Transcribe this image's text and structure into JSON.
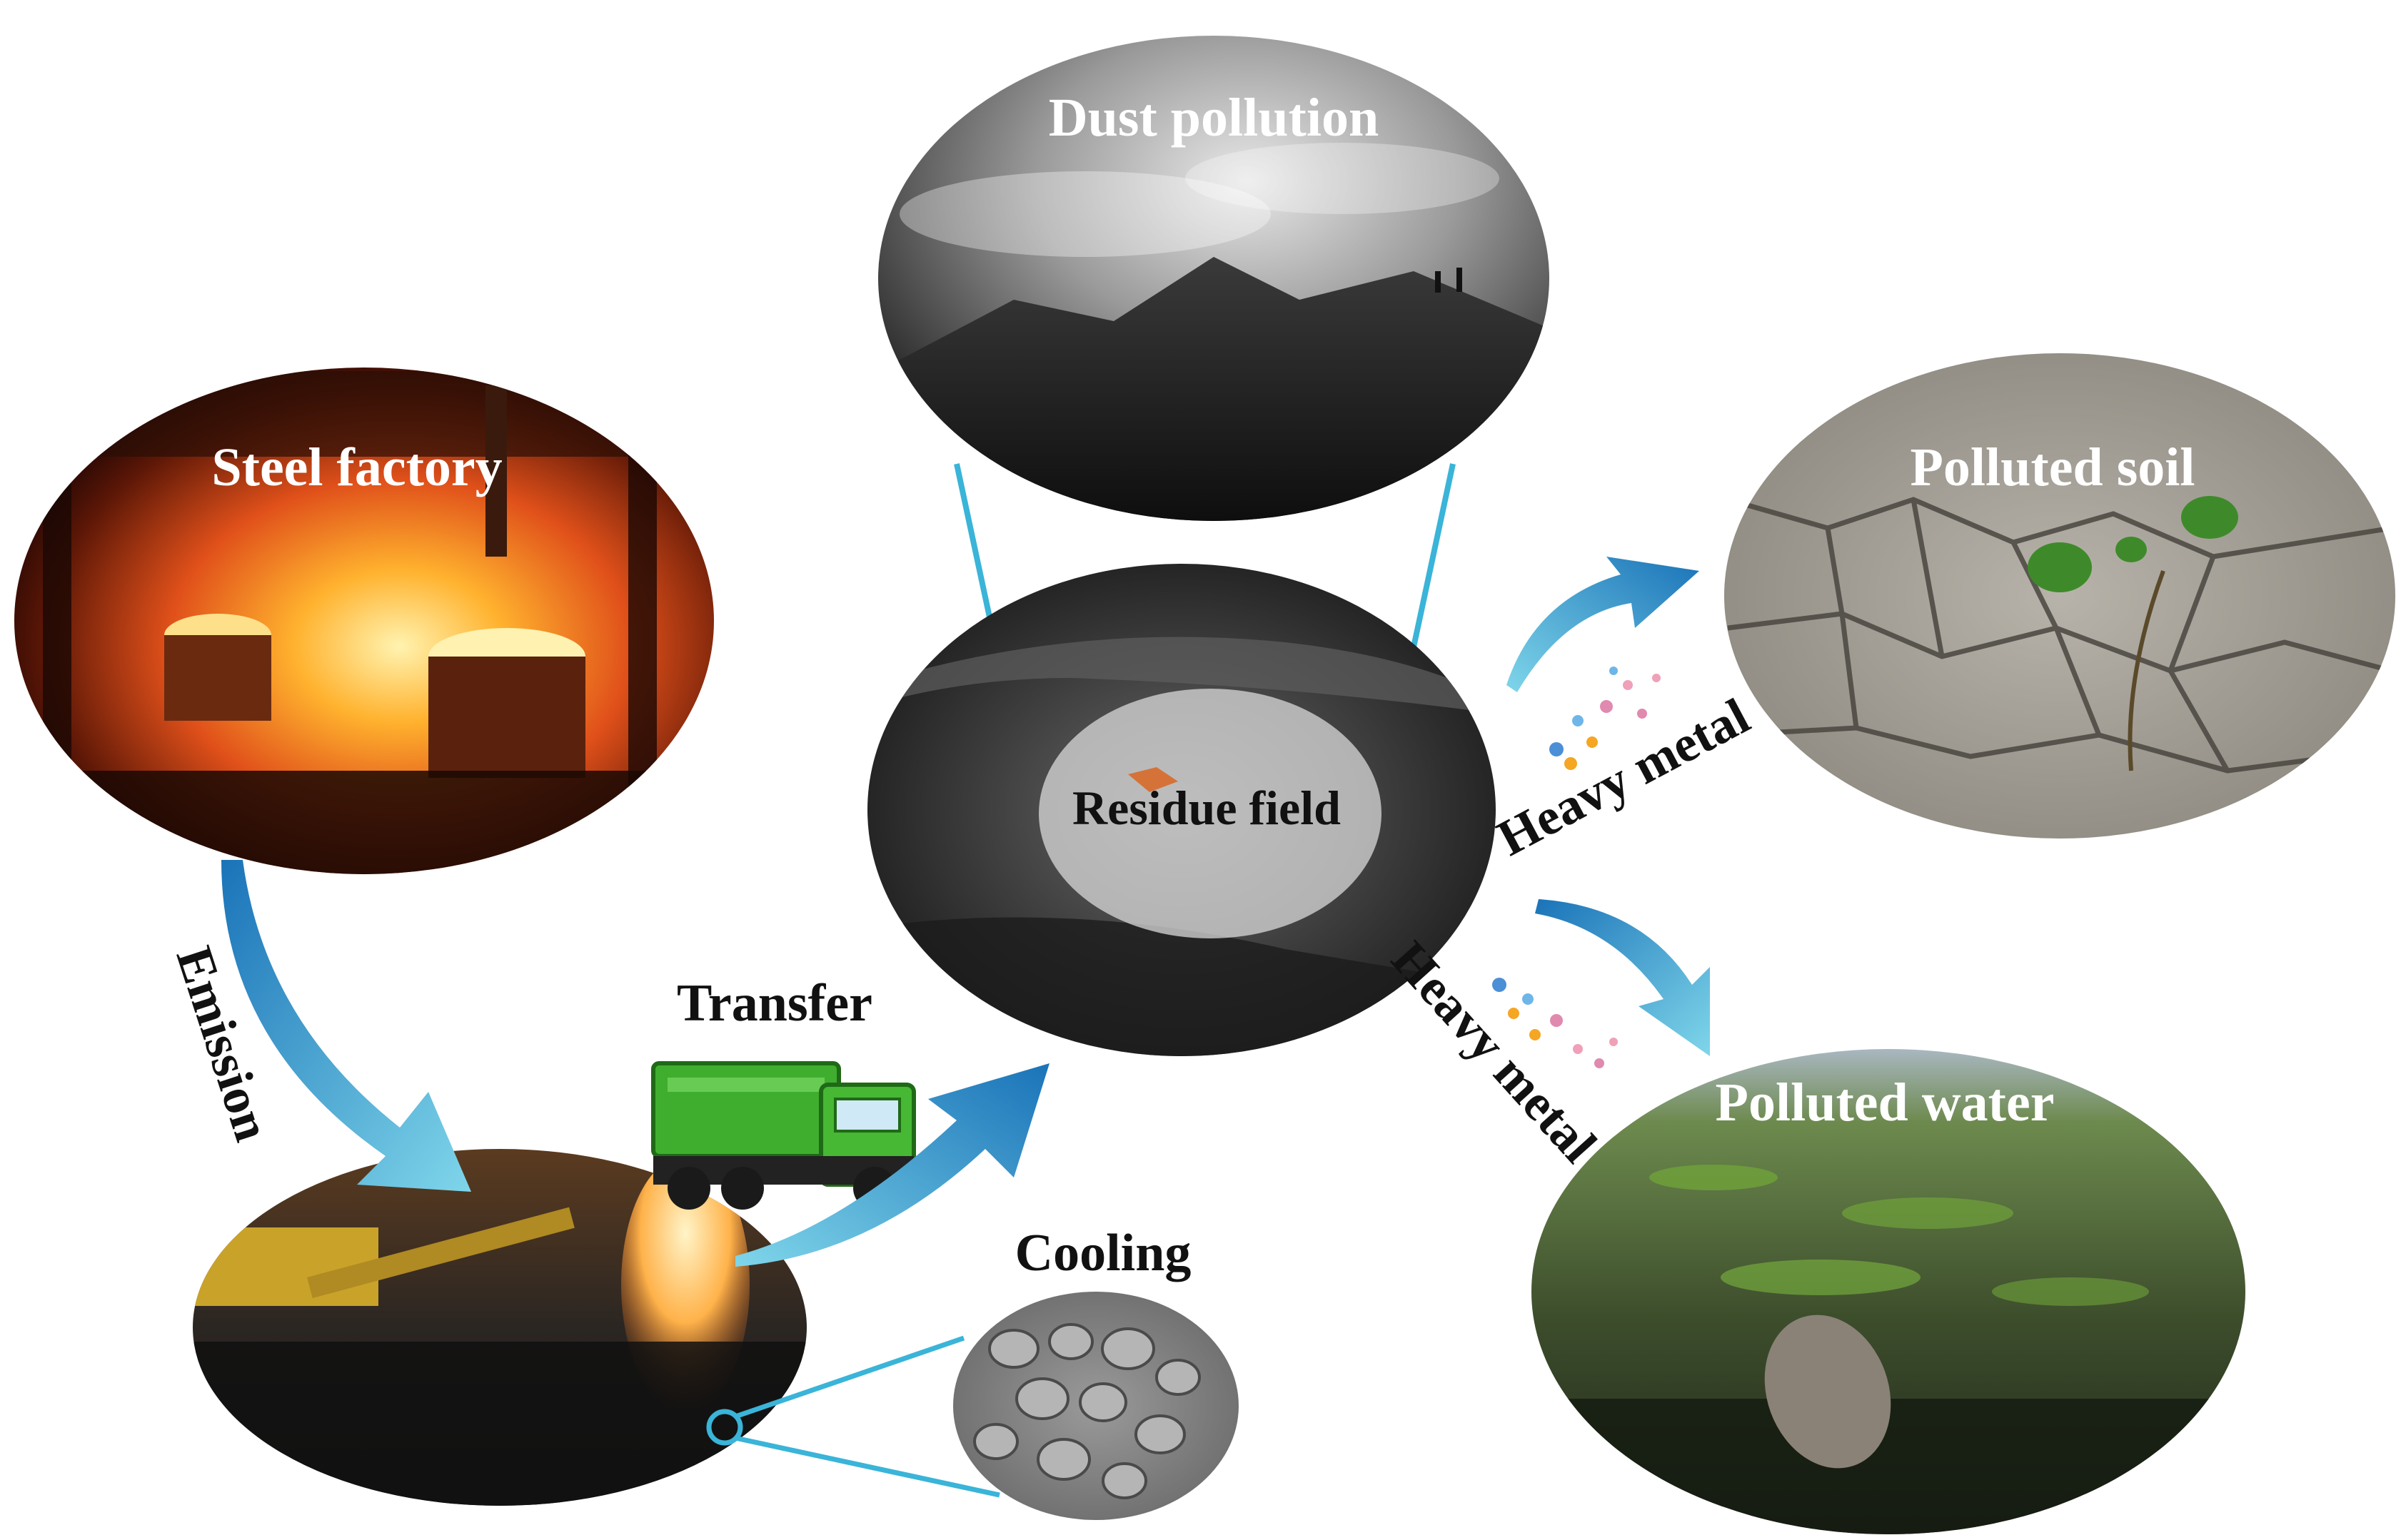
{
  "labels": {
    "steel_factory": "Steel factory",
    "dust_pollution": "Dust pollution",
    "residue_field": "Residue field",
    "polluted_soil": "Polluted soil",
    "polluted_water": "Polluted water",
    "emission": "Emission",
    "transfer": "Transfer",
    "cooling": "Cooling",
    "heavy_metal_upper": "Heavy metal",
    "heavy_metal_lower": "Heavy metal"
  },
  "colors": {
    "arrow_light": "#7fd6ea",
    "arrow_dark": "#1a73b8",
    "connector": "#3ab4d8",
    "soil": "#a8a49c",
    "water": "#3f5a2f",
    "algae": "#6fa33a",
    "fire": "#ff8a1e",
    "truck_green": "#3fae2e",
    "dust_grey": "#5a5a5a",
    "residue_grey": "#4a4a4a"
  }
}
